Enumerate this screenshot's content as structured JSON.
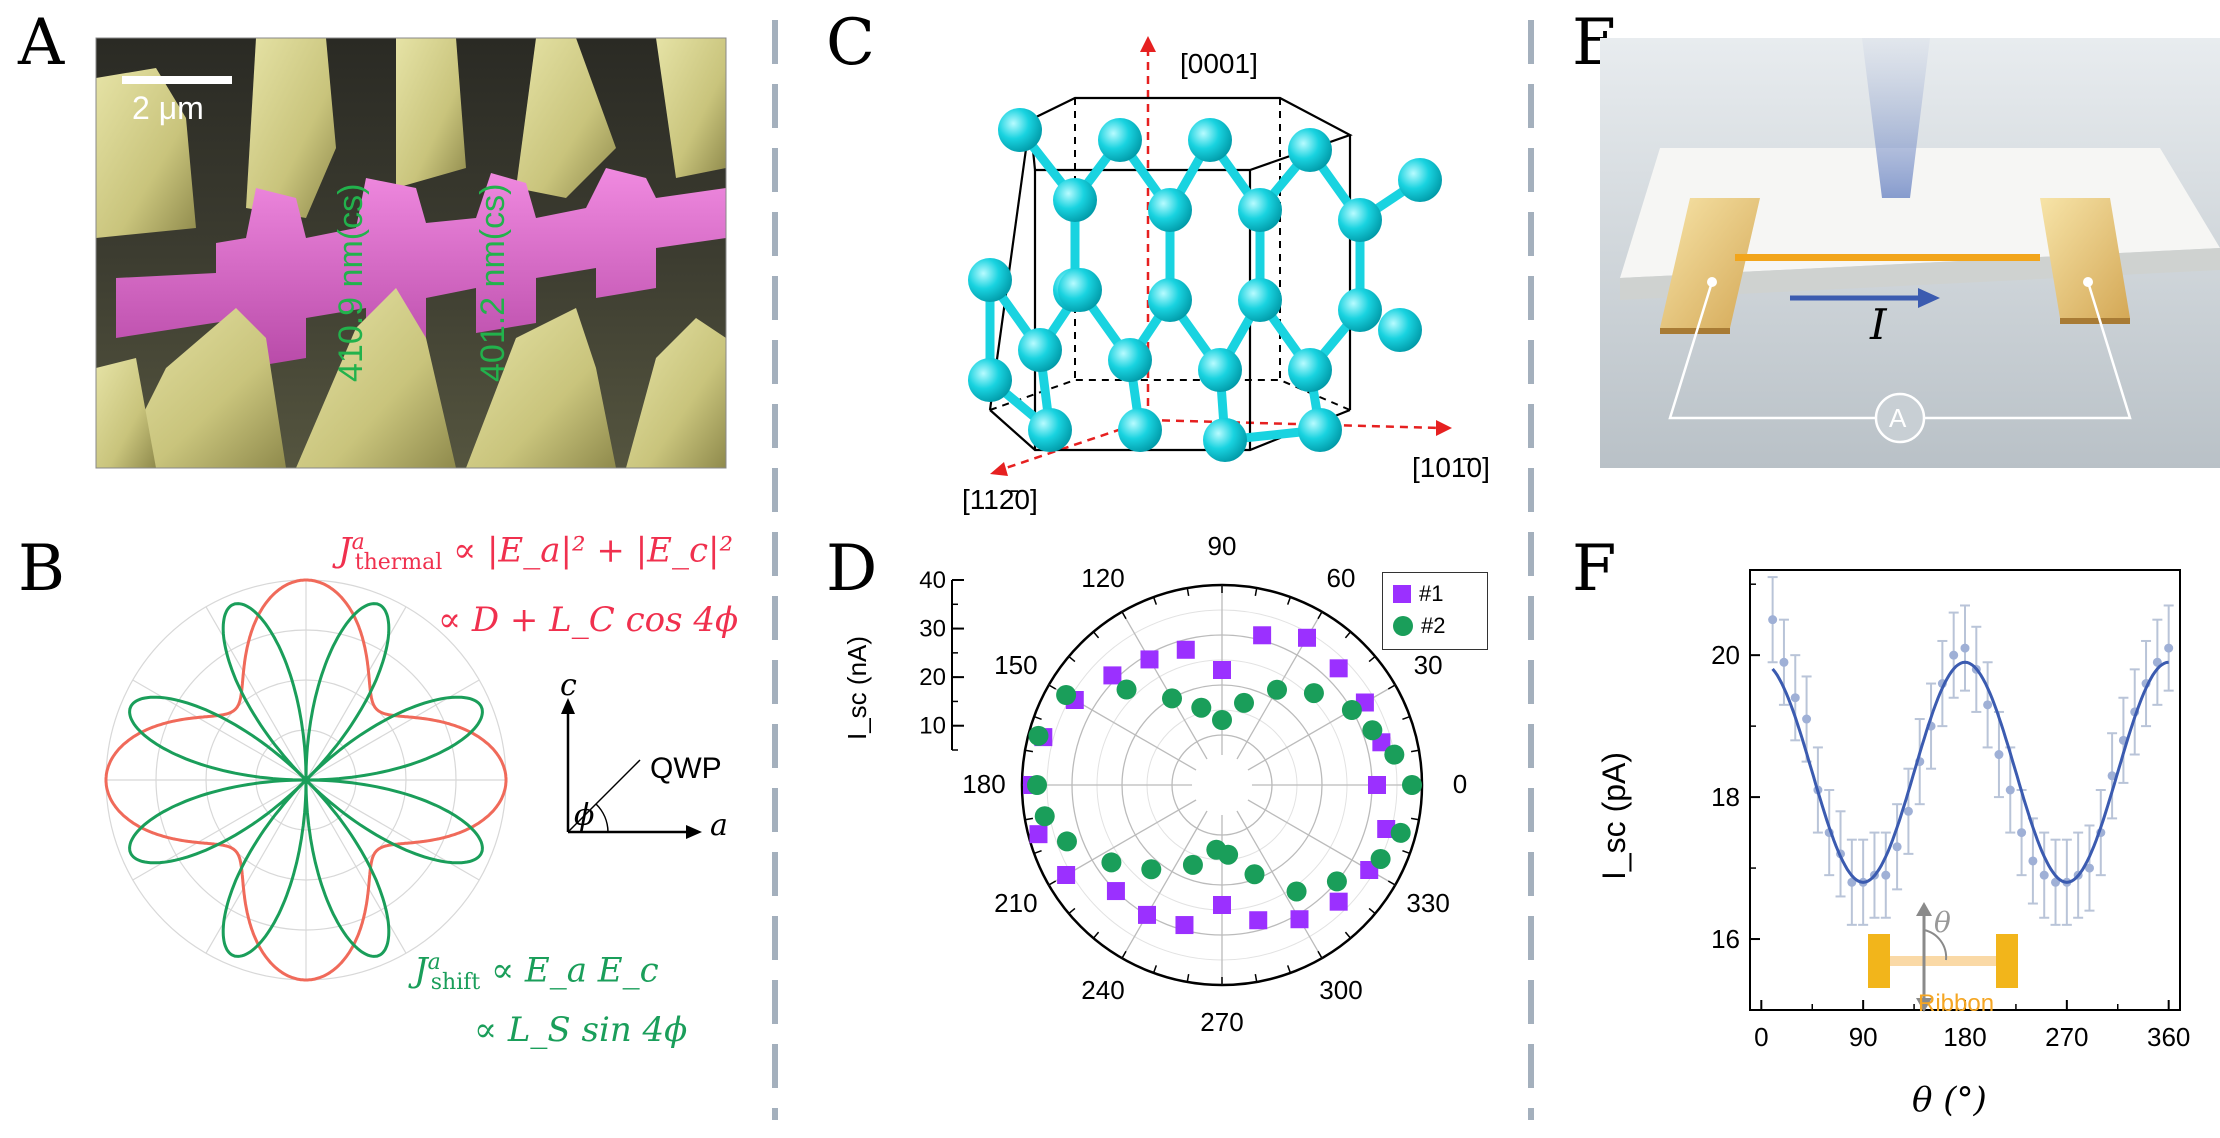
{
  "panels": {
    "A": {
      "label": "A",
      "scale_bar": "2 μm",
      "annotations": [
        "410.9 nm(cs)",
        "401.2 nm(cs)"
      ]
    },
    "B": {
      "label": "B",
      "thermal_line1_main": "J",
      "thermal_line1_sup": "a",
      "thermal_line1_sub": "thermal",
      "thermal_line1_rest": "∝ |E_a|² + |E_c|²",
      "thermal_line2": "∝ D + L_C cos 4ϕ",
      "shift_main": "J",
      "shift_sup": "a",
      "shift_sub": "shift",
      "shift_rest": "∝ E_a E_c",
      "shift_line2": "∝ L_S sin 4ϕ",
      "axis_c": "c",
      "axis_a": "a",
      "axis_phi": "ϕ",
      "qwp": "QWP"
    },
    "C": {
      "label": "C",
      "dir_0001": "[0001]",
      "dir_1010": "[101̄0]",
      "dir_1120": "[112̄0]"
    },
    "D": {
      "label": "D",
      "ylabel": "I_sc (nA)",
      "legend": [
        "#1",
        "#2"
      ]
    },
    "E": {
      "label": "E",
      "current": "I",
      "ammeter": "A"
    },
    "F": {
      "label": "F",
      "ylabel": "I_sc (pA)",
      "xlabel": "θ (°)",
      "ribbon": "Ribbon",
      "theta": "θ"
    }
  },
  "colors": {
    "purple": "#9b30ff",
    "green": "#1a9e5a",
    "red": "#f04e4e",
    "cyan": "#00c8d8",
    "blue": "#3b5bb0",
    "orange": "#f5a623"
  },
  "chart_data": [
    {
      "type": "scatter",
      "title": "",
      "polar": true,
      "angle_ticks": [
        "0",
        "30",
        "60",
        "90",
        "120",
        "150",
        "180",
        "210",
        "240",
        "270",
        "300",
        "330"
      ],
      "radial_ticks": [
        10,
        20,
        30,
        40
      ],
      "radial_unit": "nA",
      "series": [
        {
          "name": "#1",
          "marker": "square",
          "points": [
            [
              0,
              31
            ],
            [
              15,
              33
            ],
            [
              30,
              33
            ],
            [
              45,
              33
            ],
            [
              60,
              34
            ],
            [
              75,
              31
            ],
            [
              90,
              23
            ],
            [
              105,
              28
            ],
            [
              120,
              29
            ],
            [
              135,
              31
            ],
            [
              150,
              34
            ],
            [
              165,
              37
            ],
            [
              180,
              38
            ],
            [
              195,
              38
            ],
            [
              210,
              36
            ],
            [
              225,
              30
            ],
            [
              240,
              30
            ],
            [
              255,
              29
            ],
            [
              270,
              24
            ],
            [
              285,
              28
            ],
            [
              300,
              31
            ],
            [
              315,
              33
            ],
            [
              330,
              34
            ],
            [
              345,
              34
            ]
          ]
        },
        {
          "name": "#2",
          "marker": "circle",
          "points": [
            [
              0,
              38
            ],
            [
              10,
              35
            ],
            [
              20,
              32
            ],
            [
              30,
              30
            ],
            [
              45,
              26
            ],
            [
              60,
              22
            ],
            [
              75,
              17
            ],
            [
              90,
              13
            ],
            [
              105,
              16
            ],
            [
              120,
              20
            ],
            [
              135,
              27
            ],
            [
              150,
              36
            ],
            [
              165,
              38
            ],
            [
              180,
              37
            ],
            [
              190,
              36
            ],
            [
              200,
              33
            ],
            [
              215,
              27
            ],
            [
              230,
              22
            ],
            [
              250,
              17
            ],
            [
              265,
              13
            ],
            [
              275,
              14
            ],
            [
              290,
              19
            ],
            [
              305,
              26
            ],
            [
              320,
              30
            ],
            [
              335,
              35
            ],
            [
              345,
              37
            ]
          ]
        }
      ]
    },
    {
      "type": "line",
      "title": "",
      "xlabel": "θ (°)",
      "ylabel": "I_sc (pA)",
      "xlim": [
        -10,
        370
      ],
      "ylim": [
        15.0,
        21.2
      ],
      "xticks": [
        0,
        90,
        180,
        270,
        360
      ],
      "yticks": [
        16,
        18,
        20
      ],
      "series": [
        {
          "name": "data",
          "values_x": [
            10,
            20,
            30,
            40,
            50,
            60,
            70,
            80,
            90,
            100,
            110,
            120,
            130,
            140,
            150,
            160,
            170,
            180,
            190,
            200,
            210,
            220,
            230,
            240,
            250,
            260,
            270,
            280,
            290,
            300,
            310,
            320,
            330,
            340,
            350,
            360
          ],
          "values_y": [
            20.5,
            19.9,
            19.4,
            19.1,
            18.1,
            17.5,
            17.2,
            16.8,
            16.8,
            16.9,
            16.9,
            17.3,
            17.8,
            18.5,
            19.0,
            19.6,
            20.0,
            20.1,
            19.8,
            19.3,
            18.6,
            18.1,
            17.5,
            17.1,
            16.9,
            16.8,
            16.8,
            16.9,
            17.0,
            17.5,
            18.3,
            18.8,
            19.2,
            19.6,
            19.9,
            20.1
          ],
          "error": 0.6
        },
        {
          "name": "fit",
          "function": "18.35 + 1.55*cos(2θ)"
        }
      ]
    }
  ]
}
